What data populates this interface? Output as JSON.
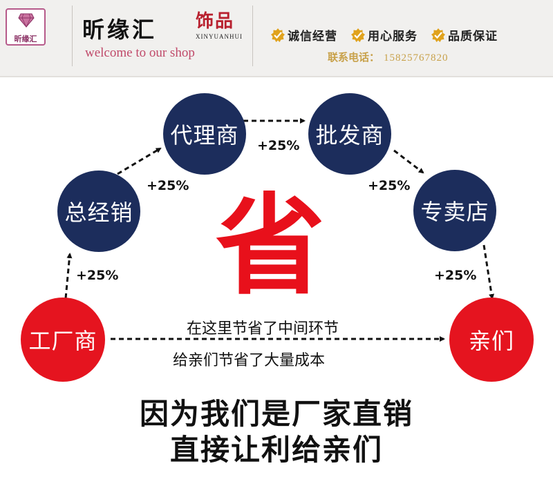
{
  "header": {
    "logo_text": "昕缘汇",
    "brand_name": "昕缘汇",
    "brand_suffix": "饰品",
    "brand_pinyin": "XINYUANHUI",
    "welcome": "welcome to our shop",
    "badges": [
      {
        "icon": "check-badge-icon",
        "label": "诚信经营"
      },
      {
        "icon": "check-badge-icon",
        "label": "用心服务"
      },
      {
        "icon": "check-badge-icon",
        "label": "品质保证"
      }
    ],
    "contact_label": "联系电话：",
    "contact_phone": "15825767820"
  },
  "diagram": {
    "nodes": {
      "factory": "工厂商",
      "general_distributor": "总经销",
      "agent": "代理商",
      "wholesaler": "批发商",
      "store": "专卖店",
      "customers": "亲们"
    },
    "markup": "+25%",
    "save_char": "省",
    "middle_line1": "在这里节省了中间环节",
    "middle_line2": "给亲们节省了大量成本"
  },
  "footer": {
    "line1": "因为我们是厂家直销",
    "line2": "直接让利给亲们"
  },
  "colors": {
    "node_blue": "#1c2d5c",
    "node_red": "#e5141f",
    "save_red": "#e8101b",
    "header_bg": "#f1f0ee"
  }
}
